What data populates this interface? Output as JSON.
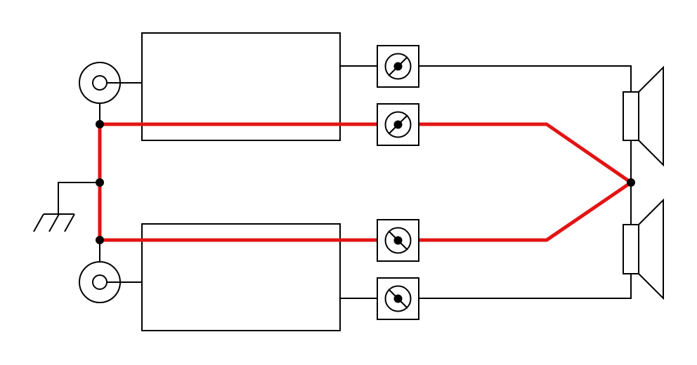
{
  "diagram": {
    "colors": {
      "background": "#ffffff",
      "line": "#000000",
      "ground_loop": "#e31414",
      "junction": "#000000"
    },
    "components": {
      "inputs": [
        "rca-jack-top",
        "rca-jack-bottom"
      ],
      "amplifiers": [
        "amplifier-top",
        "amplifier-bottom"
      ],
      "meters": [
        "meter-top-signal",
        "meter-top-ground",
        "meter-bottom-ground",
        "meter-bottom-signal"
      ],
      "speakers": [
        "speaker-top",
        "speaker-bottom"
      ],
      "ground": "ground-symbol"
    },
    "highlighted_path": "ground-loop"
  }
}
